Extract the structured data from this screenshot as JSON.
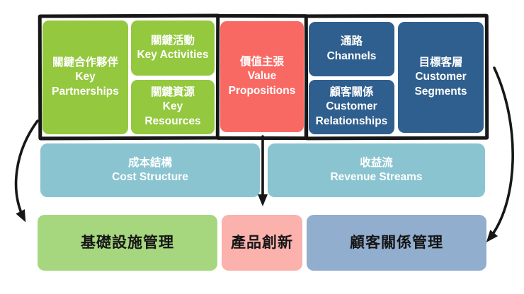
{
  "canvas": {
    "key_partnerships": {
      "zh": "關鍵合作夥伴",
      "en": "Key Partnerships"
    },
    "key_activities": {
      "zh": "關鍵活動",
      "en": "Key Activities"
    },
    "key_resources": {
      "zh": "關鍵資源",
      "en": "Key Resources"
    },
    "value_propositions": {
      "zh": "價值主張",
      "en": "Value Propositions"
    },
    "channels": {
      "zh": "通路",
      "en": "Channels"
    },
    "customer_relationships": {
      "zh": "顧客關係",
      "en": "Customer Relationships"
    },
    "customer_segments": {
      "zh": "目標客層",
      "en": "Customer Segments"
    },
    "cost_structure": {
      "zh": "成本結構",
      "en": "Cost Structure"
    },
    "revenue_streams": {
      "zh": "收益流",
      "en": "Revenue Streams"
    }
  },
  "bottom_row": {
    "infrastructure_management": "基礎設施管理",
    "product_innovation": "產品創新",
    "customer_relationship_management": "顧客關係管理"
  },
  "colors": {
    "green": "#94C83E",
    "red": "#F96963",
    "dark_blue": "#2F5F8E",
    "teal": "#8AC4D0",
    "light_green": "#A6D77E",
    "pink": "#FBB1AC",
    "slate_blue": "#92AECE",
    "ink": "#171717",
    "text_light": "#FFFFFF",
    "text_dark": "#161616"
  }
}
